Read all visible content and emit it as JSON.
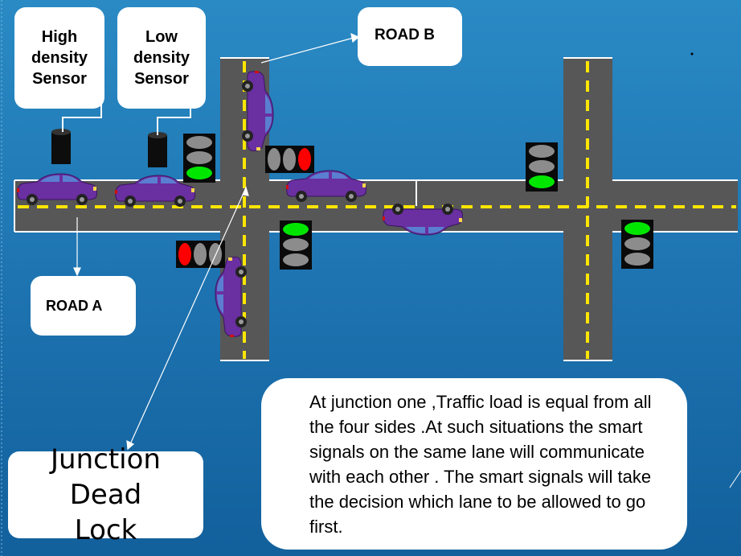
{
  "labels": {
    "high_density_sensor": "High density Sensor",
    "low_density_sensor": "Low density Sensor",
    "road_b": "ROAD B",
    "road_a": "ROAD A",
    "junction_dead_lock": "Junction Dead Lock",
    "description": "At junction one ,Traffic load is equal from all the four sides .At such situations the smart signals on the same lane will communicate with each other . The smart signals will take the decision which lane to be allowed to go first."
  },
  "colors": {
    "road": "#555555",
    "lane_marking": "#ffe600",
    "car_body": "#6a2fa0",
    "signal_green": "#00e600",
    "signal_red": "#ff0000",
    "signal_off": "#8c8c8c"
  },
  "signals": [
    {
      "id": "sig-left-road-a",
      "lit": "green",
      "orientation": "vertical"
    },
    {
      "id": "sig-top-road-b",
      "lit": "red",
      "orientation": "horizontal"
    },
    {
      "id": "sig-bottom-left",
      "lit": "red",
      "orientation": "horizontal"
    },
    {
      "id": "sig-center-junction1",
      "lit": "green",
      "orientation": "vertical"
    },
    {
      "id": "sig-top-junction2",
      "lit": "green",
      "orientation": "vertical"
    },
    {
      "id": "sig-right-junction2",
      "lit": "green",
      "orientation": "vertical"
    }
  ]
}
